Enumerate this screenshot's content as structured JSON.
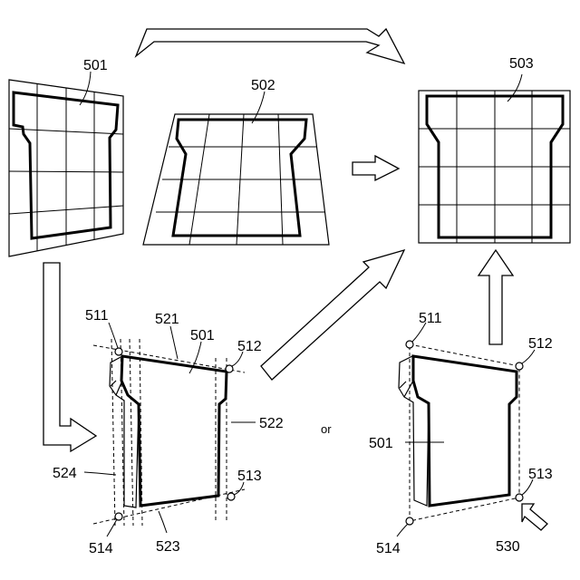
{
  "labels": {
    "l501_top": "501",
    "l502": "502",
    "l503": "503",
    "l511_left": "511",
    "l521": "521",
    "l501_left": "501",
    "l512_left": "512",
    "l522": "522",
    "l524": "524",
    "l513_left": "513",
    "l514_left": "514",
    "l523": "523",
    "or": "or",
    "l511_right": "511",
    "l512_right": "512",
    "l501_right": "501",
    "l513_right": "513",
    "l514_right": "514",
    "l530": "530"
  }
}
